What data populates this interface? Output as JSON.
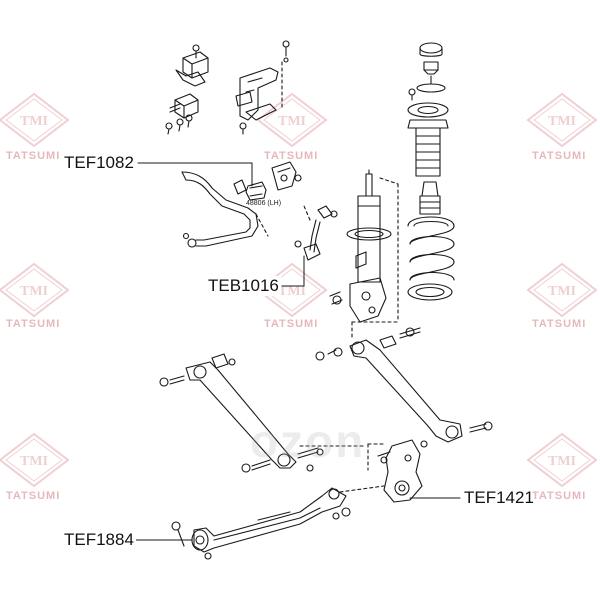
{
  "callouts": [
    {
      "id": "tef1082",
      "label": "TEF1082"
    },
    {
      "id": "teb1016",
      "label": "TEB1016"
    },
    {
      "id": "tef1421",
      "label": "TEF1421"
    },
    {
      "id": "tef1884",
      "label": "TEF1884"
    }
  ],
  "part_note": "48806 (LH)",
  "watermark": {
    "logo_text": "TMI",
    "brand_text": "TATSUMI",
    "ozon_text": "ozon",
    "color": "#e3a9ad"
  },
  "line_color": "#1a1a1a"
}
